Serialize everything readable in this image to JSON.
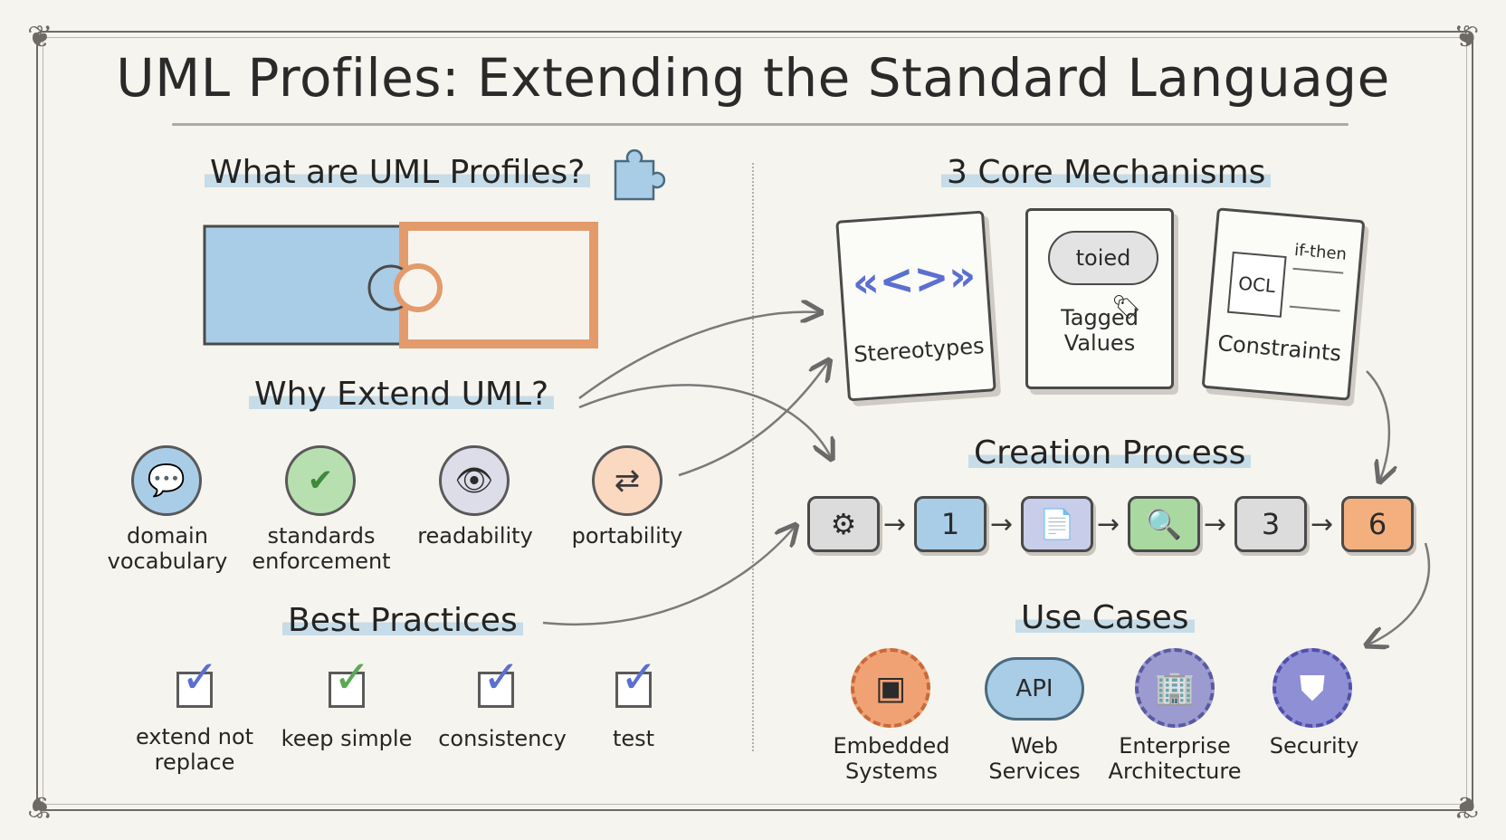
{
  "title": "UML Profiles: Extending the Standard Language",
  "left": {
    "what_heading": "What are UML Profiles?",
    "why_heading": "Why Extend UML?",
    "why_items": [
      {
        "label_line1": "domain",
        "label_line2": "vocabulary",
        "icon": "speech-bubbles-icon"
      },
      {
        "label_line1": "standards",
        "label_line2": "enforcement",
        "icon": "checkmark-icon"
      },
      {
        "label_line1": "readability",
        "label_line2": "",
        "icon": "eye-icon"
      },
      {
        "label_line1": "portability",
        "label_line2": "",
        "icon": "exchange-arrows-icon"
      }
    ],
    "best_heading": "Best Practices",
    "best_items": [
      {
        "label_line1": "extend not",
        "label_line2": "replace"
      },
      {
        "label_line1": "keep simple",
        "label_line2": ""
      },
      {
        "label_line1": "consistency",
        "label_line2": ""
      },
      {
        "label_line1": "test",
        "label_line2": ""
      }
    ]
  },
  "right": {
    "mechanisms_heading": "3 Core Mechanisms",
    "mechanisms": [
      {
        "label": "Stereotypes",
        "glyph": "«<>»"
      },
      {
        "label": "Tagged Values",
        "cloud_text": "toied"
      },
      {
        "label": "Constraints",
        "ocl": "OCL",
        "note": "if-then"
      }
    ],
    "process_heading": "Creation Process",
    "process_steps": [
      {
        "text": "",
        "icon": "gear-icon",
        "color": "#dcdcdc"
      },
      {
        "text": "1",
        "color": "#a9cde6"
      },
      {
        "text": "",
        "icon": "document-icon",
        "color": "#c8cdea"
      },
      {
        "text": "",
        "icon": "magnifier-icon",
        "color": "#a9d8a0"
      },
      {
        "text": "3",
        "color": "#dcdcdc"
      },
      {
        "text": "6",
        "color": "#f3b07e"
      }
    ],
    "use_heading": "Use Cases",
    "use_cases": [
      {
        "label_line1": "Embedded",
        "label_line2": "Systems",
        "icon": "chip-icon",
        "color": "#f0a274"
      },
      {
        "label_line1": "Web",
        "label_line2": "Services",
        "icon": "api-cloud-icon",
        "badge_text": "API",
        "color": "#a9cde6"
      },
      {
        "label_line1": "Enterprise",
        "label_line2": "Architecture",
        "icon": "building-icon",
        "color": "#9b9bd0"
      },
      {
        "label_line1": "Security",
        "label_line2": "",
        "icon": "shield-icon",
        "color": "#8f8fd6"
      }
    ]
  },
  "colors": {
    "blue": "#a9cde6",
    "orange": "#f0a274",
    "green": "#8fcf87",
    "purple": "#8f8fd6",
    "ink": "#2b2b2b"
  }
}
